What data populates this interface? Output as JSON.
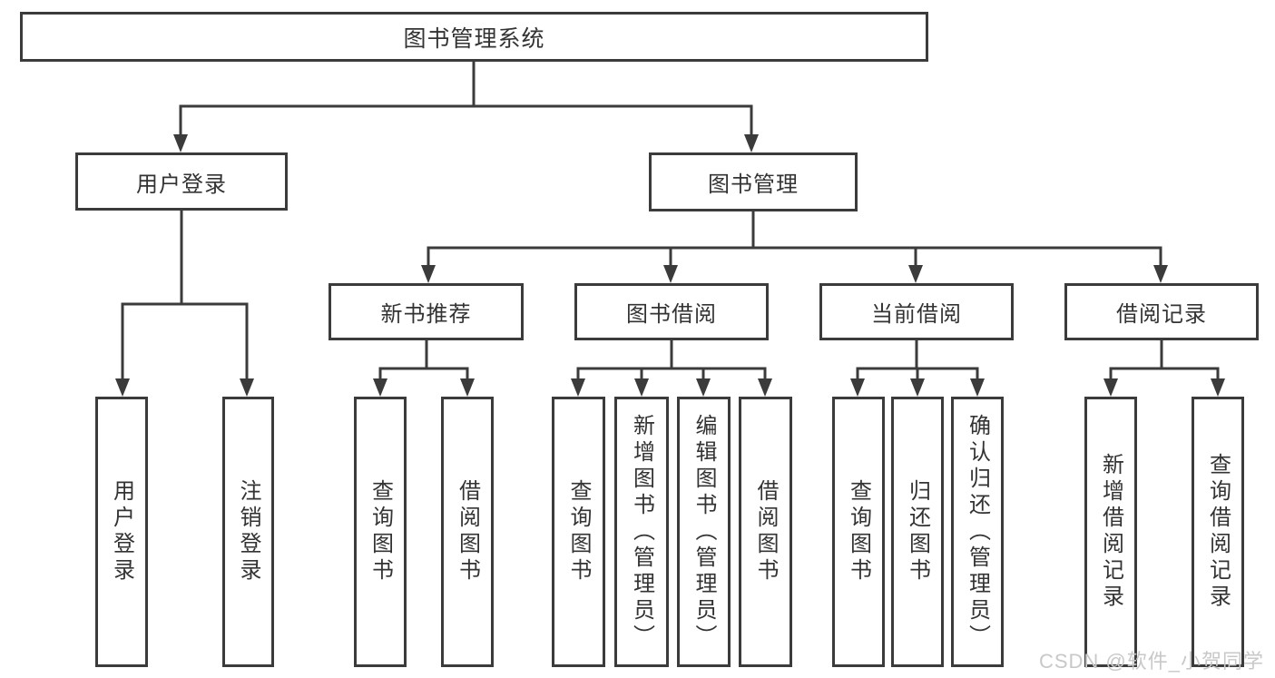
{
  "diagram": {
    "watermark": "CSDN @软件_小贺同学",
    "colors": {
      "line": "#3b3b3b",
      "text": "#333333",
      "box_background": "#ffffff",
      "watermark": "#c8c8c8"
    },
    "tree": {
      "id": "root",
      "label": "图书管理系统",
      "children": [
        {
          "id": "user-login",
          "label": "用户登录",
          "children": [
            {
              "id": "login",
              "label": "用户登录"
            },
            {
              "id": "logout",
              "label": "注销登录"
            }
          ]
        },
        {
          "id": "book-management",
          "label": "图书管理",
          "children": [
            {
              "id": "new-book-recommend",
              "label": "新书推荐",
              "children": [
                {
                  "id": "rec-query-books",
                  "label": "查询图书"
                },
                {
                  "id": "rec-borrow-books",
                  "label": "借阅图书"
                }
              ]
            },
            {
              "id": "book-borrow",
              "label": "图书借阅",
              "children": [
                {
                  "id": "borrow-query-books",
                  "label": "查询图书"
                },
                {
                  "id": "borrow-add-books",
                  "label": "新增图书（管理员）"
                },
                {
                  "id": "borrow-edit-books",
                  "label": "编辑图书（管理员）"
                },
                {
                  "id": "borrow-lend-books",
                  "label": "借阅图书"
                }
              ]
            },
            {
              "id": "current-borrow",
              "label": "当前借阅",
              "children": [
                {
                  "id": "current-query-books",
                  "label": "查询图书"
                },
                {
                  "id": "current-return-books",
                  "label": "归还图书"
                },
                {
                  "id": "current-confirm-return",
                  "label": "确认归还（管理员）"
                }
              ]
            },
            {
              "id": "borrow-records",
              "label": "借阅记录",
              "children": [
                {
                  "id": "records-add",
                  "label": "新增借阅记录"
                },
                {
                  "id": "records-query",
                  "label": "查询借阅记录"
                }
              ]
            }
          ]
        }
      ]
    }
  }
}
